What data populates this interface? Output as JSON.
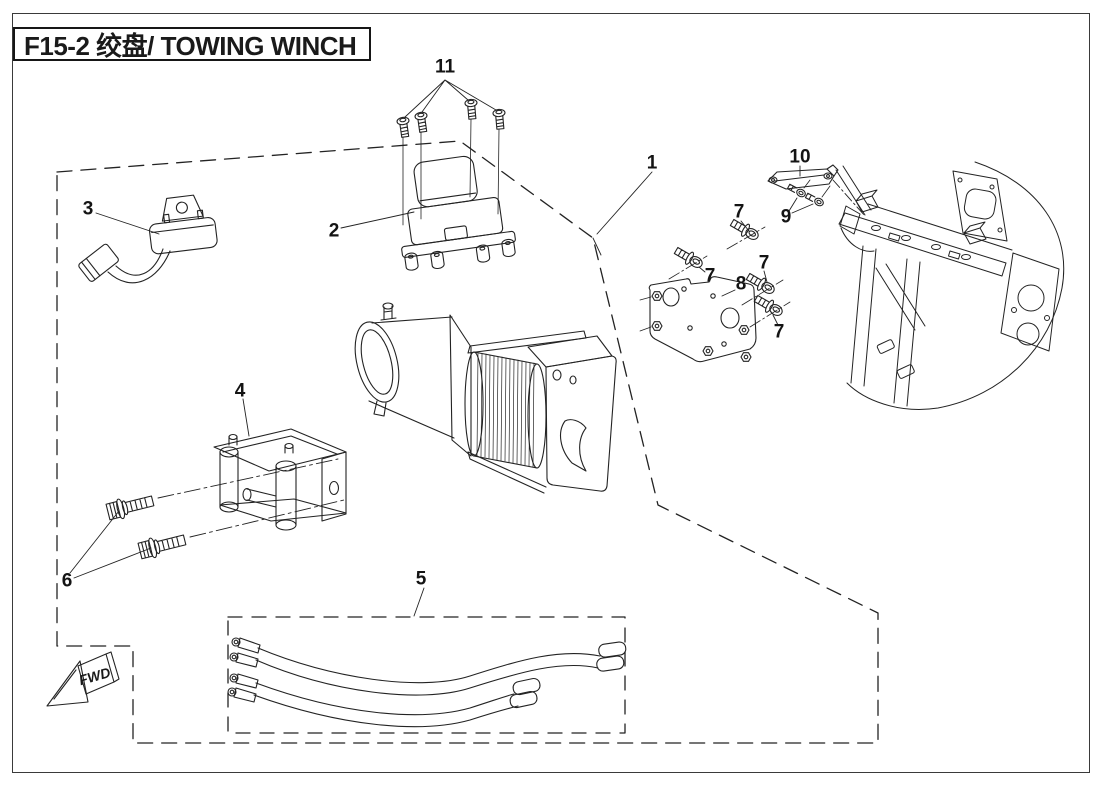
{
  "title": "F15-2 绞盘/ TOWING WINCH",
  "fwd_label": "FWD",
  "callouts": {
    "c1": "1",
    "c2": "2",
    "c3": "3",
    "c4": "4",
    "c5": "5",
    "c6": "6",
    "c7": "7",
    "c8": "8",
    "c9": "9",
    "c10": "10",
    "c11": "11"
  }
}
